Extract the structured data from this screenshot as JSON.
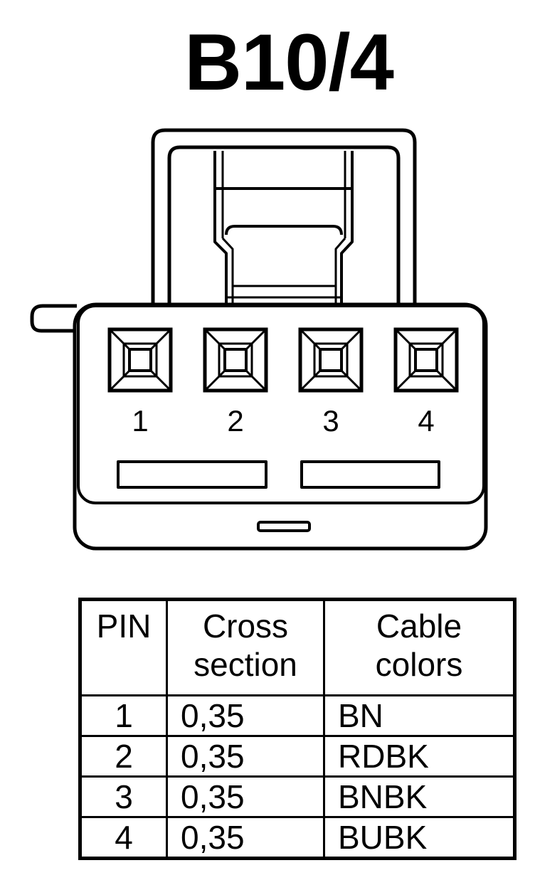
{
  "title": "B10/4",
  "connector": {
    "pins": [
      "1",
      "2",
      "3",
      "4"
    ]
  },
  "table": {
    "headers": {
      "pin": "PIN",
      "cross_section": [
        "Cross",
        "section"
      ],
      "cable_colors": [
        "Cable",
        "colors"
      ]
    },
    "rows": [
      {
        "pin": "1",
        "cross_section": "0,35",
        "cable_color": "BN"
      },
      {
        "pin": "2",
        "cross_section": "0,35",
        "cable_color": "RDBK"
      },
      {
        "pin": "3",
        "cross_section": "0,35",
        "cable_color": "BNBK"
      },
      {
        "pin": "4",
        "cross_section": "0,35",
        "cable_color": "BUBK"
      }
    ]
  }
}
